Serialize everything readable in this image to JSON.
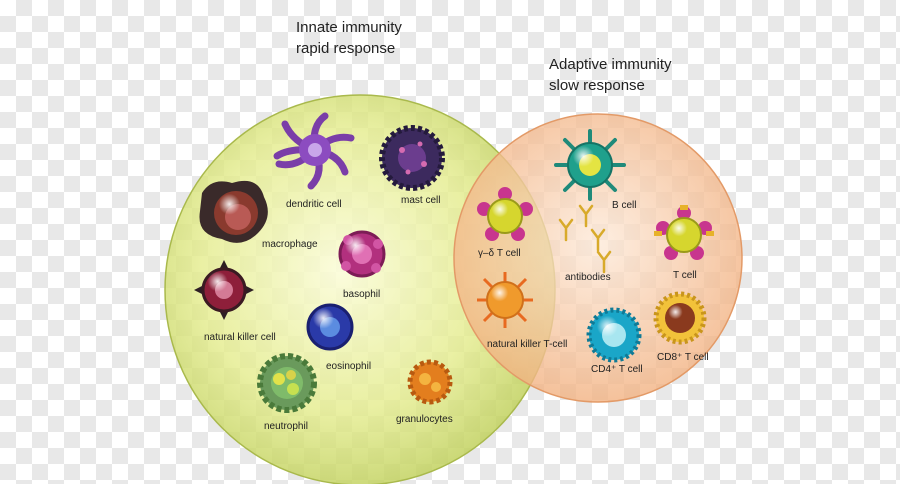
{
  "innate": {
    "title_line1": "Innate immunity",
    "title_line2": "rapid response"
  },
  "adaptive": {
    "title_line1": "Adaptive immunity",
    "title_line2": "slow response"
  },
  "cells": {
    "dendritic": "dendritic cell",
    "mast": "mast cell",
    "macrophage": "macrophage",
    "basophil": "basophil",
    "natural_killer": "natural killer cell",
    "eosinophil": "eosinophil",
    "neutrophil": "neutrophil",
    "granulocytes": "granulocytes",
    "gamma_delta_t": "γ–δ T cell",
    "natural_killer_t": "natural killer T-cell",
    "b_cell": "B cell",
    "antibodies": "antibodies",
    "t_cell": "T cell",
    "cd4_t": "CD4⁺ T cell",
    "cd8_t": "CD8⁺ T cell"
  },
  "colors": {
    "innate_circle": "#d6e27a",
    "adaptive_circle": "#f3b98a",
    "overlap": "#e9b9c9"
  }
}
